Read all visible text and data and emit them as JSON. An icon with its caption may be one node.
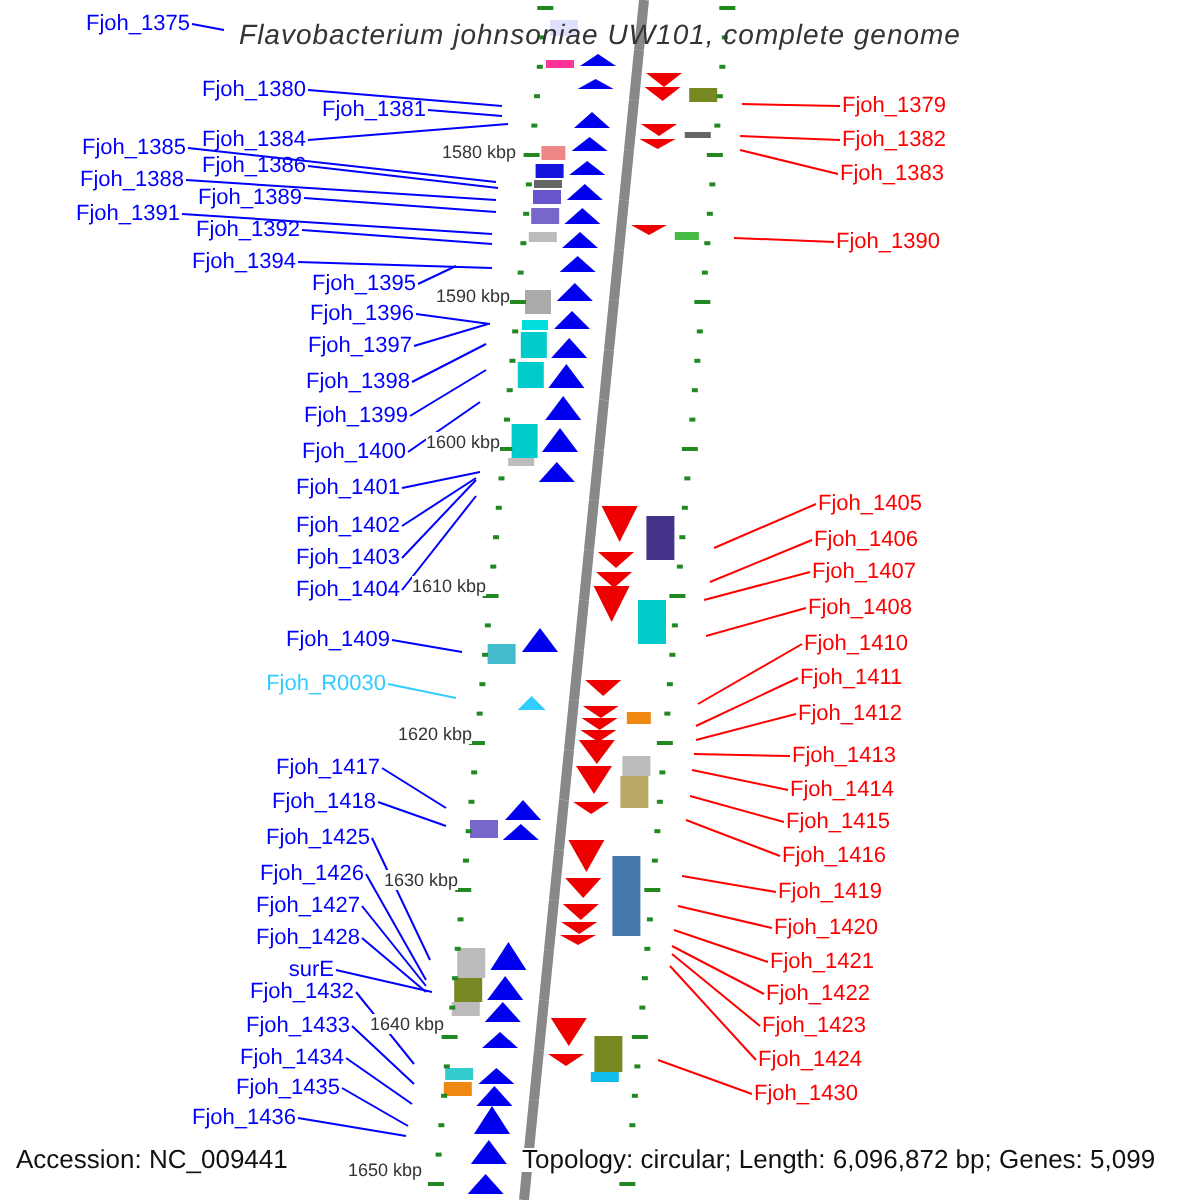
{
  "diagram": {
    "title": "Flavobacterium johnsoniae UW101, complete genome",
    "nodes": [
      {
        "text": [
          "Fjoh_1375"
        ]
      },
      {
        "text": [
          "Fjoh_1380"
        ]
      },
      {
        "text": [
          "Fjoh_1381"
        ]
      },
      {
        "text": [
          "Fjoh_1384"
        ]
      },
      {
        "text": [
          "Fjoh_1385"
        ]
      },
      {
        "text": [
          "Fjoh_1386"
        ]
      },
      {
        "text": [
          "Fjoh_1388"
        ]
      },
      {
        "text": [
          "Fjoh_1389"
        ]
      },
      {
        "text": [
          "Fjoh_1391"
        ]
      },
      {
        "text": [
          "Fjoh_1392"
        ]
      },
      {
        "text": [
          "Fjoh_1394"
        ]
      },
      {
        "text": [
          "Fjoh_1395"
        ]
      },
      {
        "text": [
          "Fjoh_1396"
        ]
      },
      {
        "text": [
          "Fjoh_1397"
        ]
      },
      {
        "text": [
          "Fjoh_1398"
        ]
      },
      {
        "text": [
          "Fjoh_1399"
        ]
      },
      {
        "text": [
          "Fjoh_1400"
        ]
      },
      {
        "text": [
          "Fjoh_1401"
        ]
      },
      {
        "text": [
          "Fjoh_1402"
        ]
      },
      {
        "text": [
          "Fjoh_1403"
        ]
      },
      {
        "text": [
          "Fjoh_1404"
        ]
      },
      {
        "text": [
          "Fjoh_1409"
        ]
      },
      {
        "text": [
          "Fjoh_R0030"
        ]
      },
      {
        "text": [
          "Fjoh_1417"
        ]
      },
      {
        "text": [
          "Fjoh_1418"
        ]
      },
      {
        "text": [
          "Fjoh_1425"
        ]
      },
      {
        "text": [
          "Fjoh_1426"
        ]
      },
      {
        "text": [
          "Fjoh_1427"
        ]
      },
      {
        "text": [
          "Fjoh_1428"
        ]
      },
      {
        "text": [
          "surE"
        ]
      },
      {
        "text": [
          "Fjoh_1432"
        ]
      },
      {
        "text": [
          "Fjoh_1433"
        ]
      },
      {
        "text": [
          "Fjoh_1434"
        ]
      },
      {
        "text": [
          "Fjoh_1435"
        ]
      },
      {
        "text": [
          "Fjoh_1436"
        ]
      },
      {
        "text": [
          "Fjoh_1379"
        ]
      },
      {
        "text": [
          "Fjoh_1382"
        ]
      },
      {
        "text": [
          "Fjoh_1383"
        ]
      },
      {
        "text": [
          "Fjoh_1390"
        ]
      },
      {
        "text": [
          "Fjoh_1405"
        ]
      },
      {
        "text": [
          "Fjoh_1406"
        ]
      },
      {
        "text": [
          "Fjoh_1407"
        ]
      },
      {
        "text": [
          "Fjoh_1408"
        ]
      },
      {
        "text": [
          "Fjoh_1410"
        ]
      },
      {
        "text": [
          "Fjoh_1411"
        ]
      },
      {
        "text": [
          "Fjoh_1412"
        ]
      },
      {
        "text": [
          "Fjoh_1413"
        ]
      },
      {
        "text": [
          "Fjoh_1414"
        ]
      },
      {
        "text": [
          "Fjoh_1415"
        ]
      },
      {
        "text": [
          "Fjoh_1416"
        ]
      },
      {
        "text": [
          "Fjoh_1419"
        ]
      },
      {
        "text": [
          "Fjoh_1420"
        ]
      },
      {
        "text": [
          "Fjoh_1421"
        ]
      },
      {
        "text": [
          "Fjoh_1422"
        ]
      },
      {
        "text": [
          "Fjoh_1423"
        ]
      },
      {
        "text": [
          "Fjoh_1424"
        ]
      },
      {
        "text": [
          "Fjoh_1430"
        ]
      }
    ],
    "edges": [
      {
        "from": 0,
        "to": null,
        "arrow": "none"
      },
      {
        "from": 1,
        "to": null,
        "arrow": "none"
      },
      {
        "from": 2,
        "to": null,
        "arrow": "none"
      },
      {
        "from": 3,
        "to": null,
        "arrow": "none"
      },
      {
        "from": 4,
        "to": null,
        "arrow": "none"
      },
      {
        "from": 5,
        "to": null,
        "arrow": "none"
      },
      {
        "from": 6,
        "to": null,
        "arrow": "none"
      },
      {
        "from": 7,
        "to": null,
        "arrow": "none"
      },
      {
        "from": 8,
        "to": null,
        "arrow": "none"
      },
      {
        "from": 9,
        "to": null,
        "arrow": "none"
      },
      {
        "from": 10,
        "to": null,
        "arrow": "none"
      },
      {
        "from": 11,
        "to": null,
        "arrow": "none"
      },
      {
        "from": 12,
        "to": null,
        "arrow": "none"
      },
      {
        "from": 13,
        "to": null,
        "arrow": "none"
      },
      {
        "from": 14,
        "to": null,
        "arrow": "none"
      },
      {
        "from": 15,
        "to": null,
        "arrow": "none"
      },
      {
        "from": 16,
        "to": null,
        "arrow": "none"
      },
      {
        "from": 17,
        "to": null,
        "arrow": "none"
      },
      {
        "from": 18,
        "to": null,
        "arrow": "none"
      },
      {
        "from": 19,
        "to": null,
        "arrow": "none"
      },
      {
        "from": 20,
        "to": null,
        "arrow": "none"
      },
      {
        "from": 21,
        "to": null,
        "arrow": "none"
      },
      {
        "from": 22,
        "to": null,
        "arrow": "none",
        "color": "#33ccff"
      },
      {
        "from": 23,
        "to": null,
        "arrow": "none"
      },
      {
        "from": 24,
        "to": null,
        "arrow": "none"
      },
      {
        "from": 25,
        "to": null,
        "arrow": "none"
      },
      {
        "from": 26,
        "to": null,
        "arrow": "none"
      },
      {
        "from": 27,
        "to": null,
        "arrow": "none"
      },
      {
        "from": 28,
        "to": null,
        "arrow": "none"
      },
      {
        "from": 29,
        "to": null,
        "arrow": "none"
      },
      {
        "from": 30,
        "to": null,
        "arrow": "none"
      },
      {
        "from": 31,
        "to": null,
        "arrow": "none"
      },
      {
        "from": 32,
        "to": null,
        "arrow": "none"
      },
      {
        "from": 33,
        "to": null,
        "arrow": "none"
      },
      {
        "from": 34,
        "to": null,
        "arrow": "none"
      },
      {
        "from": 35,
        "to": null,
        "arrow": "none",
        "color": "#ff0000"
      },
      {
        "from": 36,
        "to": null,
        "arrow": "none",
        "color": "#ff0000"
      },
      {
        "from": 37,
        "to": null,
        "arrow": "none",
        "color": "#ff0000"
      },
      {
        "from": 38,
        "to": null,
        "arrow": "none",
        "color": "#ff0000"
      },
      {
        "from": 39,
        "to": null,
        "arrow": "none",
        "color": "#ff0000"
      },
      {
        "from": 40,
        "to": null,
        "arrow": "none",
        "color": "#ff0000"
      },
      {
        "from": 41,
        "to": null,
        "arrow": "none",
        "color": "#ff0000"
      },
      {
        "from": 42,
        "to": null,
        "arrow": "none",
        "color": "#ff0000"
      },
      {
        "from": 43,
        "to": null,
        "arrow": "none",
        "color": "#ff0000"
      },
      {
        "from": 44,
        "to": null,
        "arrow": "none",
        "color": "#ff0000"
      },
      {
        "from": 45,
        "to": null,
        "arrow": "none",
        "color": "#ff0000"
      },
      {
        "from": 46,
        "to": null,
        "arrow": "none",
        "color": "#ff0000"
      },
      {
        "from": 47,
        "to": null,
        "arrow": "none",
        "color": "#ff0000"
      },
      {
        "from": 48,
        "to": null,
        "arrow": "none",
        "color": "#ff0000"
      },
      {
        "from": 49,
        "to": null,
        "arrow": "none",
        "color": "#ff0000"
      },
      {
        "from": 50,
        "to": null,
        "arrow": "none",
        "color": "#ff0000"
      },
      {
        "from": 51,
        "to": null,
        "arrow": "none",
        "color": "#ff0000"
      },
      {
        "from": 52,
        "to": null,
        "arrow": "none",
        "color": "#ff0000"
      },
      {
        "from": 53,
        "to": null,
        "arrow": "none",
        "color": "#ff0000"
      },
      {
        "from": 54,
        "to": null,
        "arrow": "none",
        "color": "#ff0000"
      },
      {
        "from": 55,
        "to": null,
        "arrow": "none",
        "color": "#ff0000"
      },
      {
        "from": 56,
        "to": null,
        "arrow": "none",
        "color": "#ff0000"
      }
    ],
    "labels": [
      "1580 kbp",
      "1590 kbp",
      "1600 kbp",
      "1610 kbp",
      "1620 kbp",
      "1630 kbp",
      "1640 kbp",
      "1650 kbp",
      "Accession: NC_009441",
      "Topology: circular; Length: 6,096,872 bp; Genes: 5,099"
    ]
  }
}
